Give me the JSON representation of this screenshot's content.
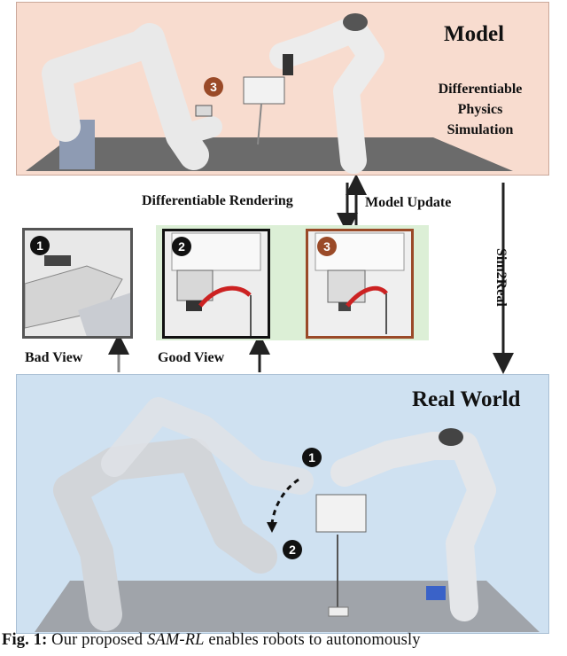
{
  "model_panel": {
    "title": "Model",
    "subtitle_lines": [
      "Differentiable",
      "Physics",
      "Simulation"
    ],
    "badge": "3"
  },
  "arrows": {
    "left_label": "Differentiable Rendering",
    "right_label": "Model Update",
    "side_label": "Sim2Real"
  },
  "views": {
    "bad_label": "Bad View",
    "good_label": "Good View",
    "badge_1": "1",
    "badge_2": "2",
    "badge_3": "3"
  },
  "real_panel": {
    "title": "Real World",
    "badge_1": "1",
    "badge_2": "2"
  },
  "caption": {
    "prefix": "Fig. 1:",
    "text_before": " Our proposed ",
    "method": "SAM-RL",
    "text_after": " enables robots to autonomously"
  },
  "colors": {
    "model_bg": "#f8dccf",
    "real_bg": "#cfe1f1",
    "green_zone": "#dcefd6",
    "badge_dark": "#111111",
    "badge_brown": "#9a4a28",
    "cable_red": "#cc2222"
  }
}
